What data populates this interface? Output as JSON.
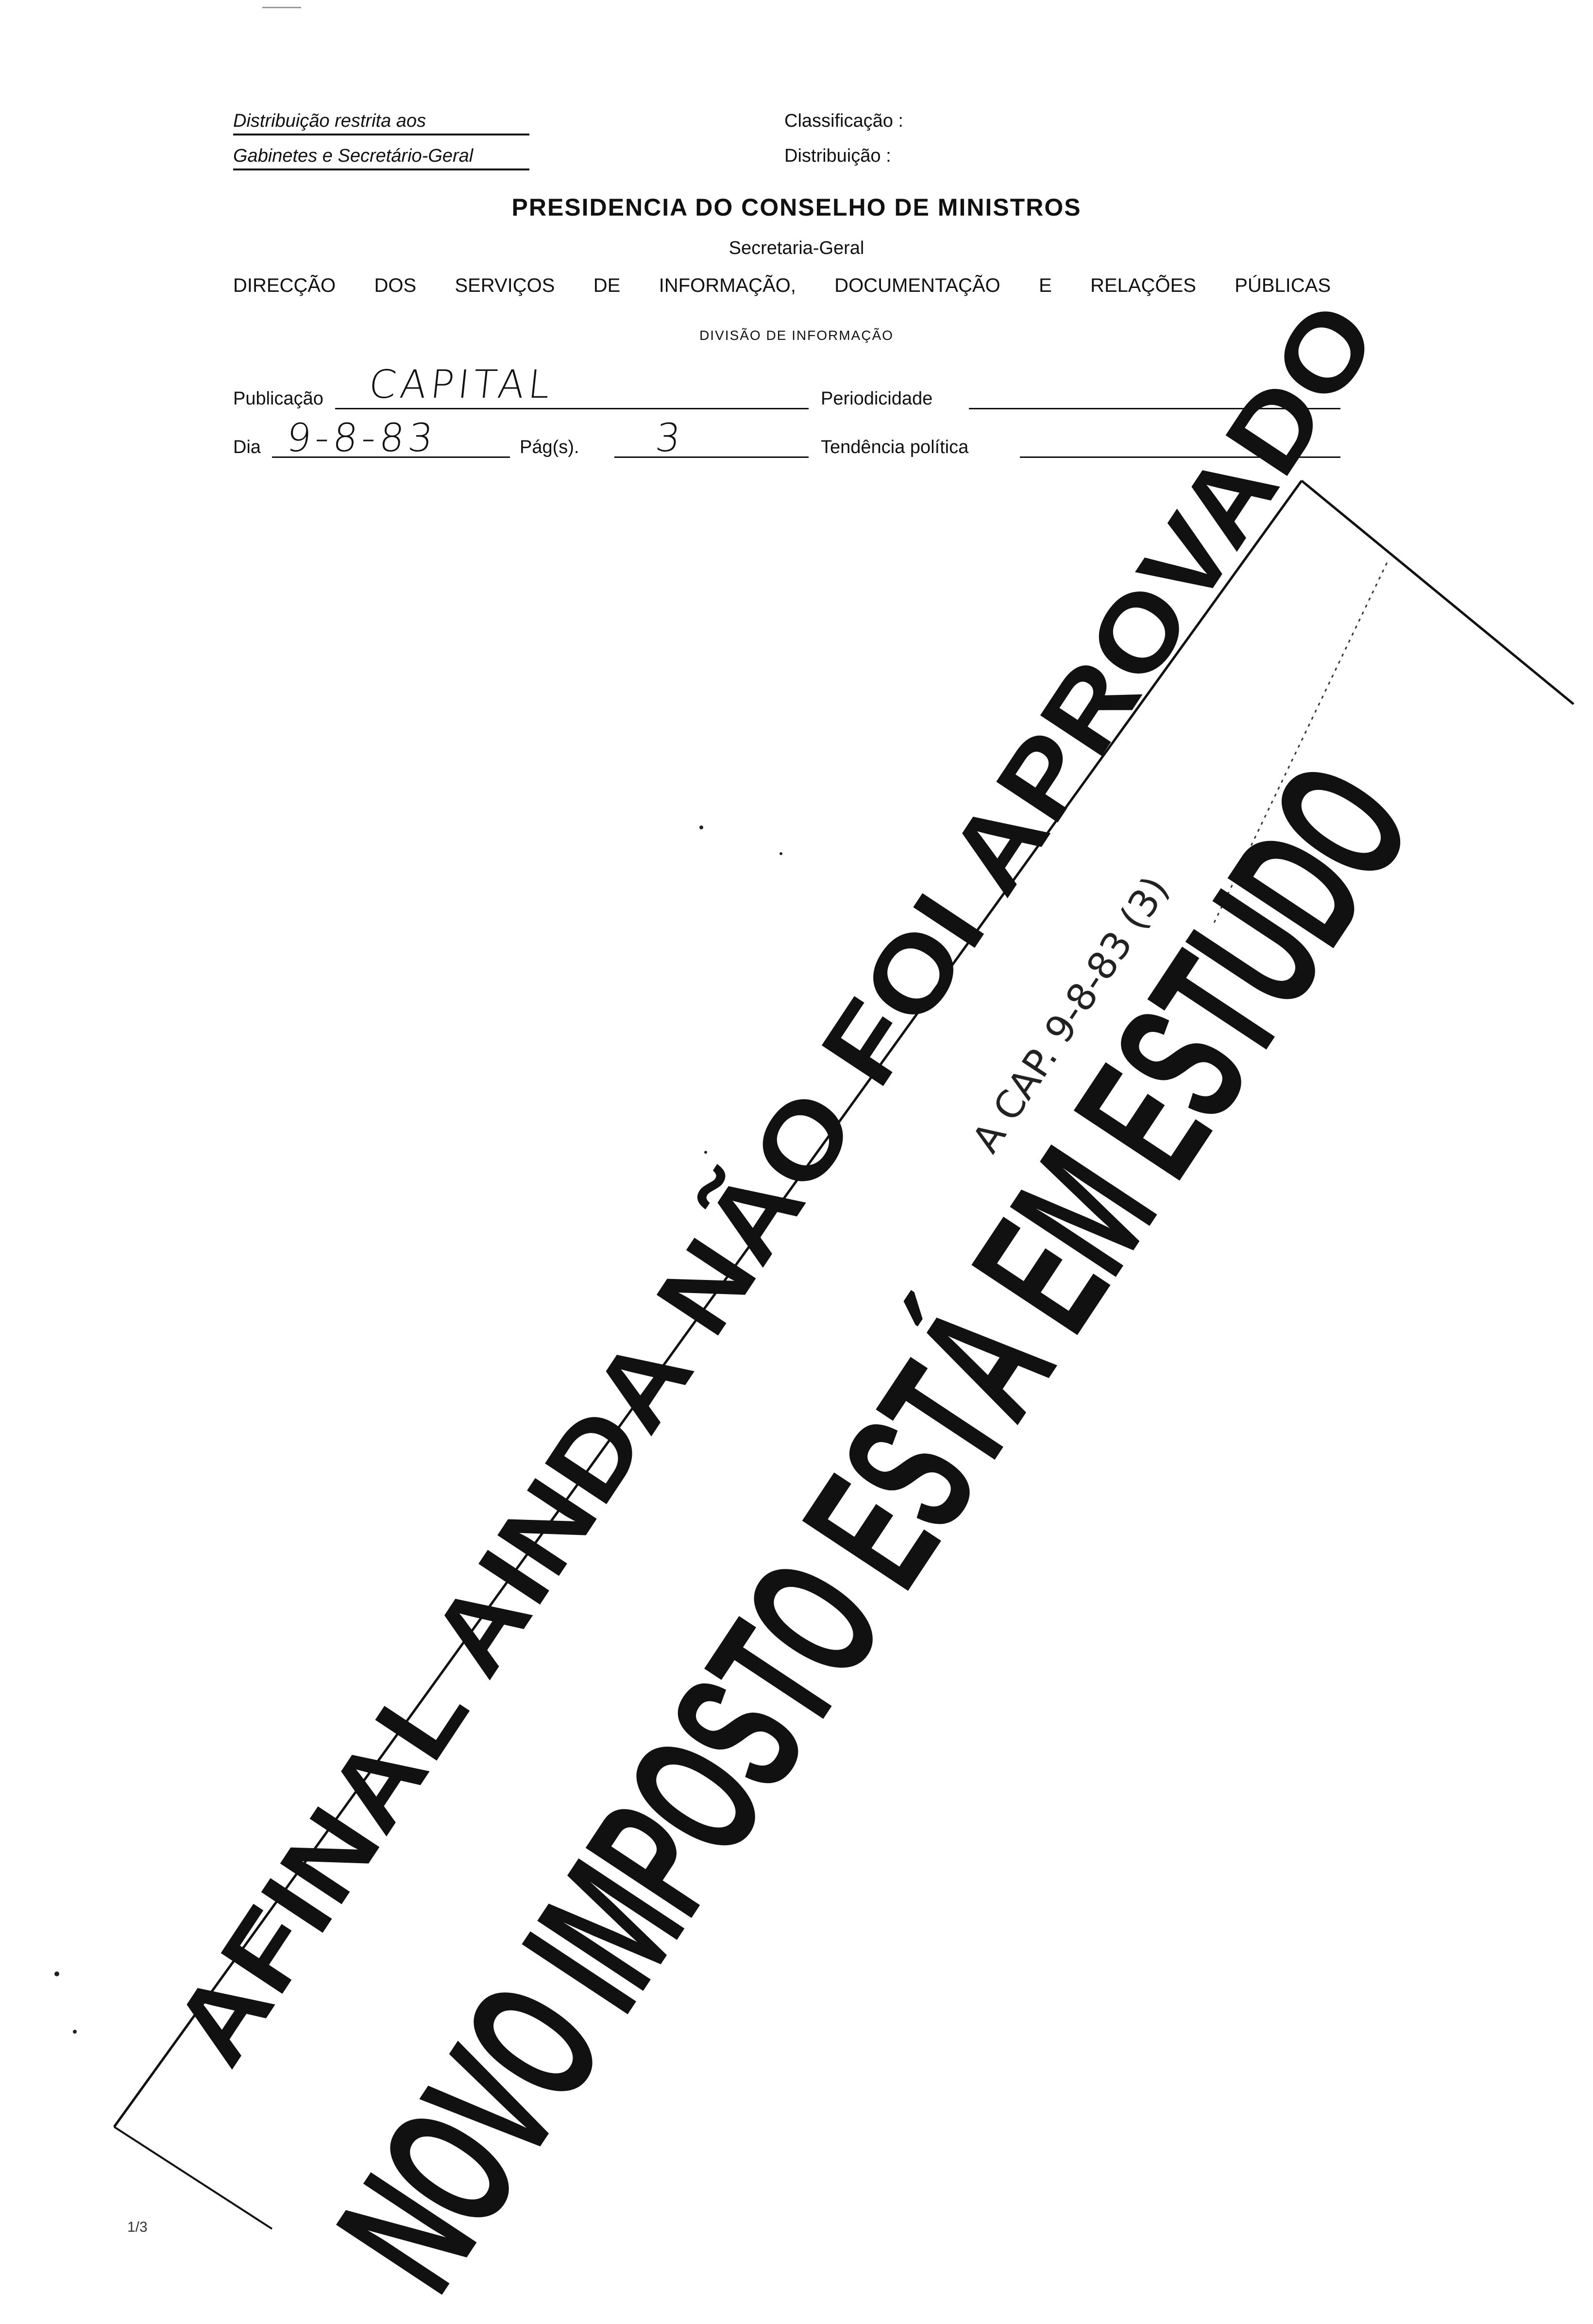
{
  "header": {
    "restricted_line1": "Distribuição restrita aos",
    "restricted_line2": "Gabinetes e Secretário-Geral",
    "classification_label": "Classificação :",
    "distribution_label": "Distribuição :",
    "title": "PRESIDENCIA DO CONSELHO DE MINISTROS",
    "subtitle": "Secretaria-Geral",
    "directorate": "DIRECÇÃO DOS SERVIÇOS DE INFORMAÇÃO, DOCUMENTAÇÃO E RELAÇÕES PÚBLICAS",
    "division": "DIVISÃO DE INFORMAÇÃO"
  },
  "form": {
    "publication_label": "Publicação",
    "publication_value": "CAPITAL",
    "periodicity_label": "Periodicidade",
    "day_label": "Dia",
    "day_value": "9-8-83",
    "pages_label": "Pág(s).",
    "pages_value": "3",
    "tendency_label": "Tendência política"
  },
  "clipping": {
    "headline_upper": "AFINAL AINDA NÃO FOI APROVADO",
    "headline_lower": "NOVO IMPOSTO ESTÁ EM ESTUDO",
    "handwritten_note": "A CAP. 9-8-83 (3)"
  },
  "footer": {
    "page_mark": "1/3"
  }
}
